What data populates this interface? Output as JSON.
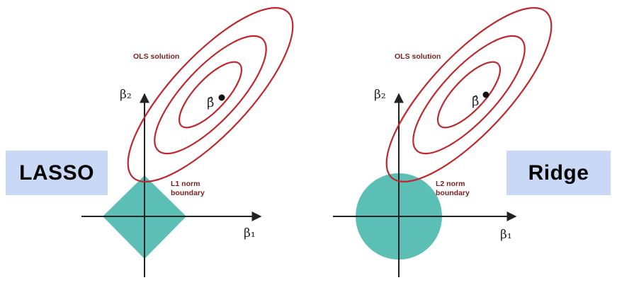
{
  "panels": {
    "lasso": {
      "title": "LASSO",
      "ols_label": "OLS solution",
      "norm_label_line1": "L1 norm",
      "norm_label_line2": "boundary",
      "axis_x_label": "β₁",
      "axis_y_label": "β₂",
      "estimate_label": "β̂",
      "constraint_shape": "diamond"
    },
    "ridge": {
      "title": "Ridge",
      "ols_label": "OLS solution",
      "norm_label_line1": "L2 norm",
      "norm_label_line2": "boundary",
      "axis_x_label": "β₁",
      "axis_y_label": "β₂",
      "estimate_label": "β̂",
      "constraint_shape": "circle"
    }
  },
  "colors": {
    "contour": "#c0272d",
    "constraint_fill": "#5bbfb5",
    "axis": "#222222",
    "badge_bg": "#c9d8f4",
    "annotation_text": "#7a1e1e"
  }
}
